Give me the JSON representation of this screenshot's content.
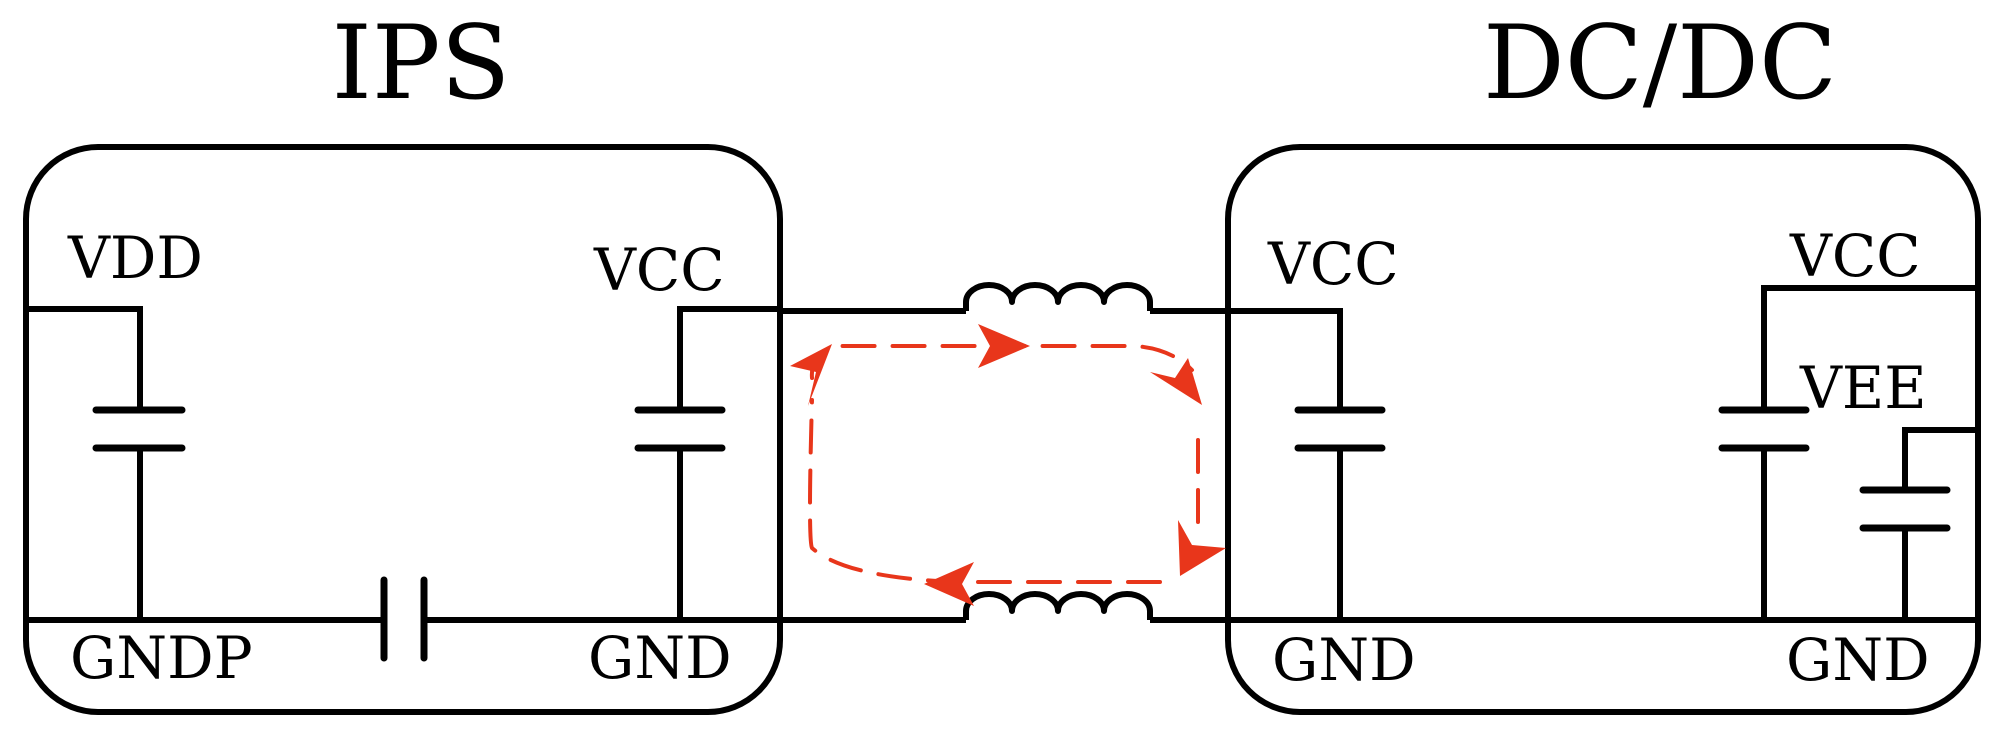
{
  "blocks": {
    "left": {
      "title": "IPS",
      "labels": {
        "vdd": "VDD",
        "vcc": "VCC",
        "gndp": "GNDP",
        "gnd": "GND"
      }
    },
    "right": {
      "title": "DC/DC",
      "labels": {
        "vcc_in": "VCC",
        "vcc_out": "VCC",
        "vee": "VEE",
        "gnd_in": "GND",
        "gnd_out": "GND"
      }
    }
  },
  "colors": {
    "wire": "#000000",
    "current_loop": "#E8361B",
    "background": "#FFFFFF"
  }
}
